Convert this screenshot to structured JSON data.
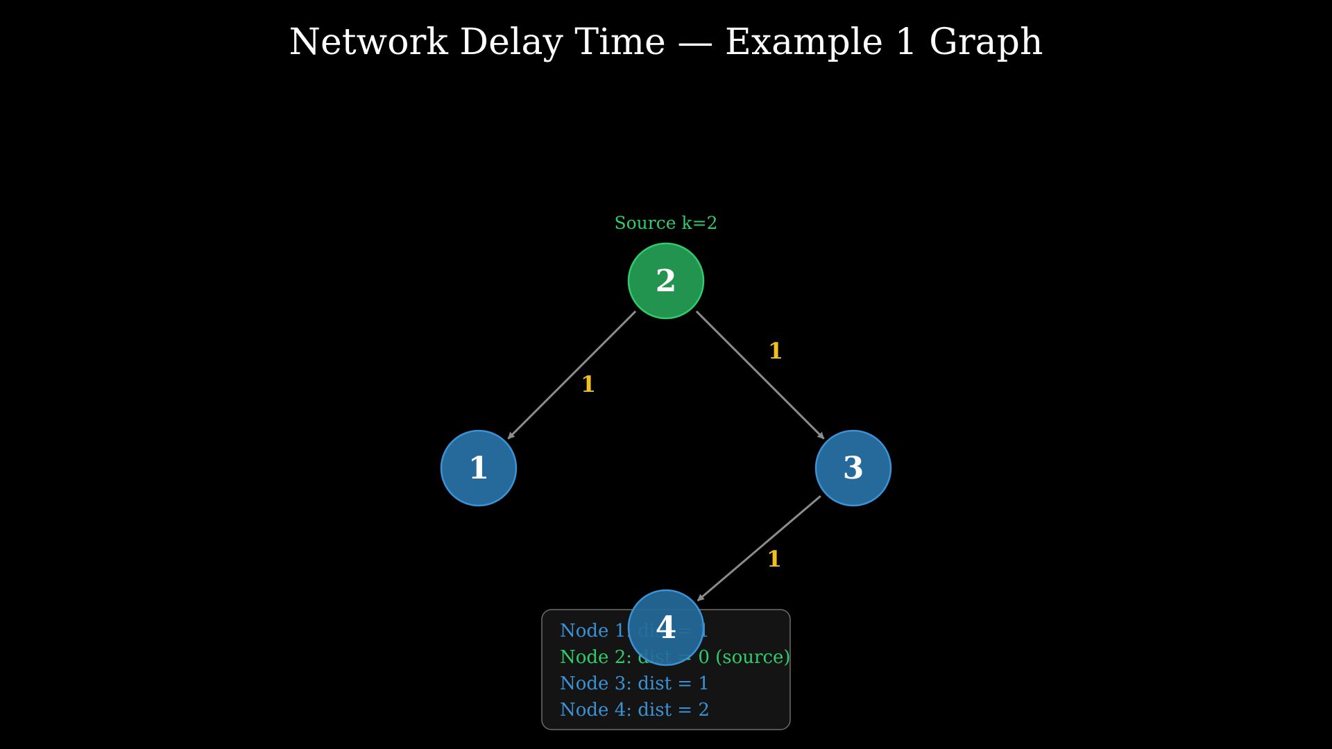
{
  "title": "Network Delay Time — Example 1 Graph",
  "source_label": "Source k=2",
  "colors": {
    "source_fill": "#22944f",
    "source_stroke": "#2fcc6b",
    "node_fill": "#256a9a",
    "node_stroke": "#3b93d6",
    "edge": "#8c8c8c",
    "weight": "#f0c020",
    "legend_node_text": "#3b93d6",
    "legend_source_text": "#2fcc6b",
    "legend_bg": "#141414",
    "legend_border": "#6e6e6e",
    "background": "#000000"
  },
  "nodes": [
    {
      "id": "2",
      "label": "2",
      "role": "source"
    },
    {
      "id": "1",
      "label": "1",
      "role": "node"
    },
    {
      "id": "3",
      "label": "3",
      "role": "node"
    },
    {
      "id": "4",
      "label": "4",
      "role": "node"
    }
  ],
  "edges": [
    {
      "from": "2",
      "to": "1",
      "weight": "1"
    },
    {
      "from": "2",
      "to": "3",
      "weight": "1"
    },
    {
      "from": "3",
      "to": "4",
      "weight": "1"
    }
  ],
  "legend": [
    {
      "text": "Node 1: dist = 1",
      "role": "node"
    },
    {
      "text": "Node 2: dist = 0 (source)",
      "role": "source"
    },
    {
      "text": "Node 3: dist = 1",
      "role": "node"
    },
    {
      "text": "Node 4: dist = 2",
      "role": "node"
    }
  ]
}
